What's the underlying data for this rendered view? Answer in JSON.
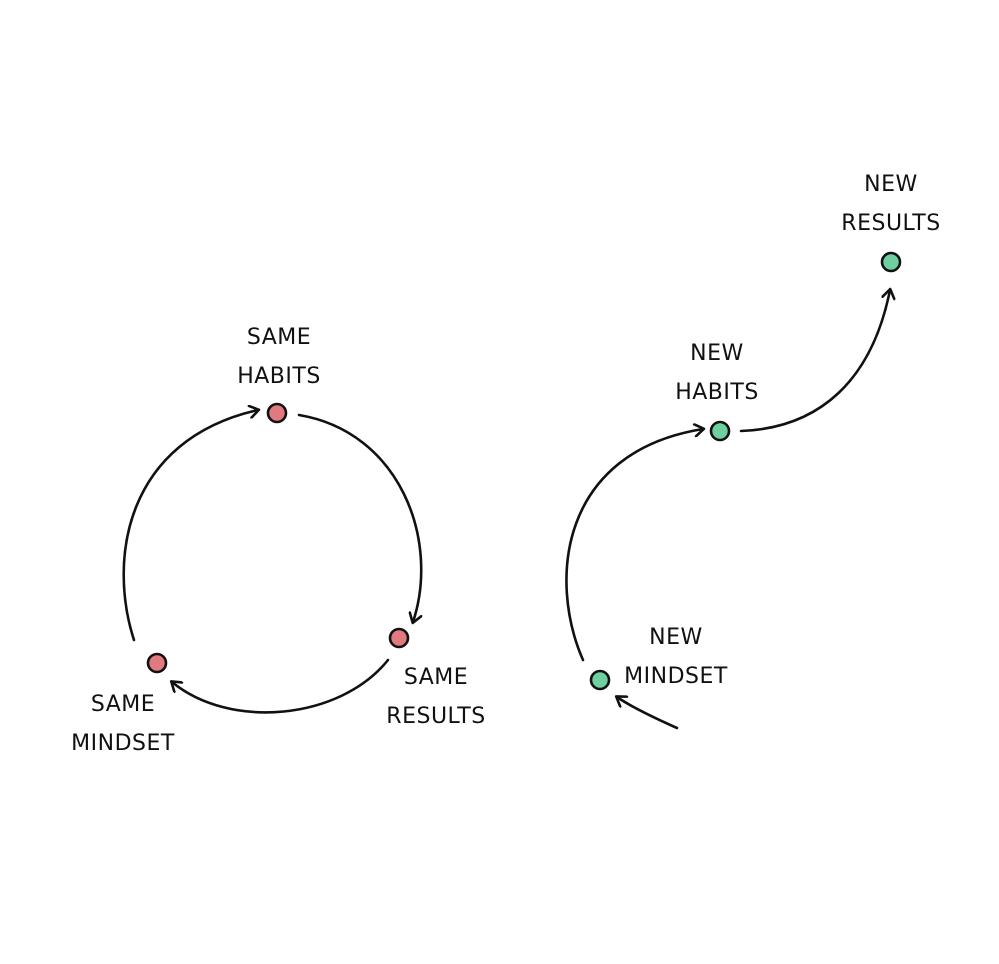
{
  "colors": {
    "old": "#e07a80",
    "new": "#6fcf9f",
    "stroke": "#111111"
  },
  "cycle": {
    "habits": [
      "SAME",
      "HABITS"
    ],
    "results": [
      "SAME",
      "RESULTS"
    ],
    "mindset": [
      "SAME",
      "MINDSET"
    ]
  },
  "growth": {
    "mindset": [
      "NEW",
      "MINDSET"
    ],
    "habits": [
      "NEW",
      "HABITS"
    ],
    "results": [
      "NEW",
      "RESULTS"
    ]
  }
}
